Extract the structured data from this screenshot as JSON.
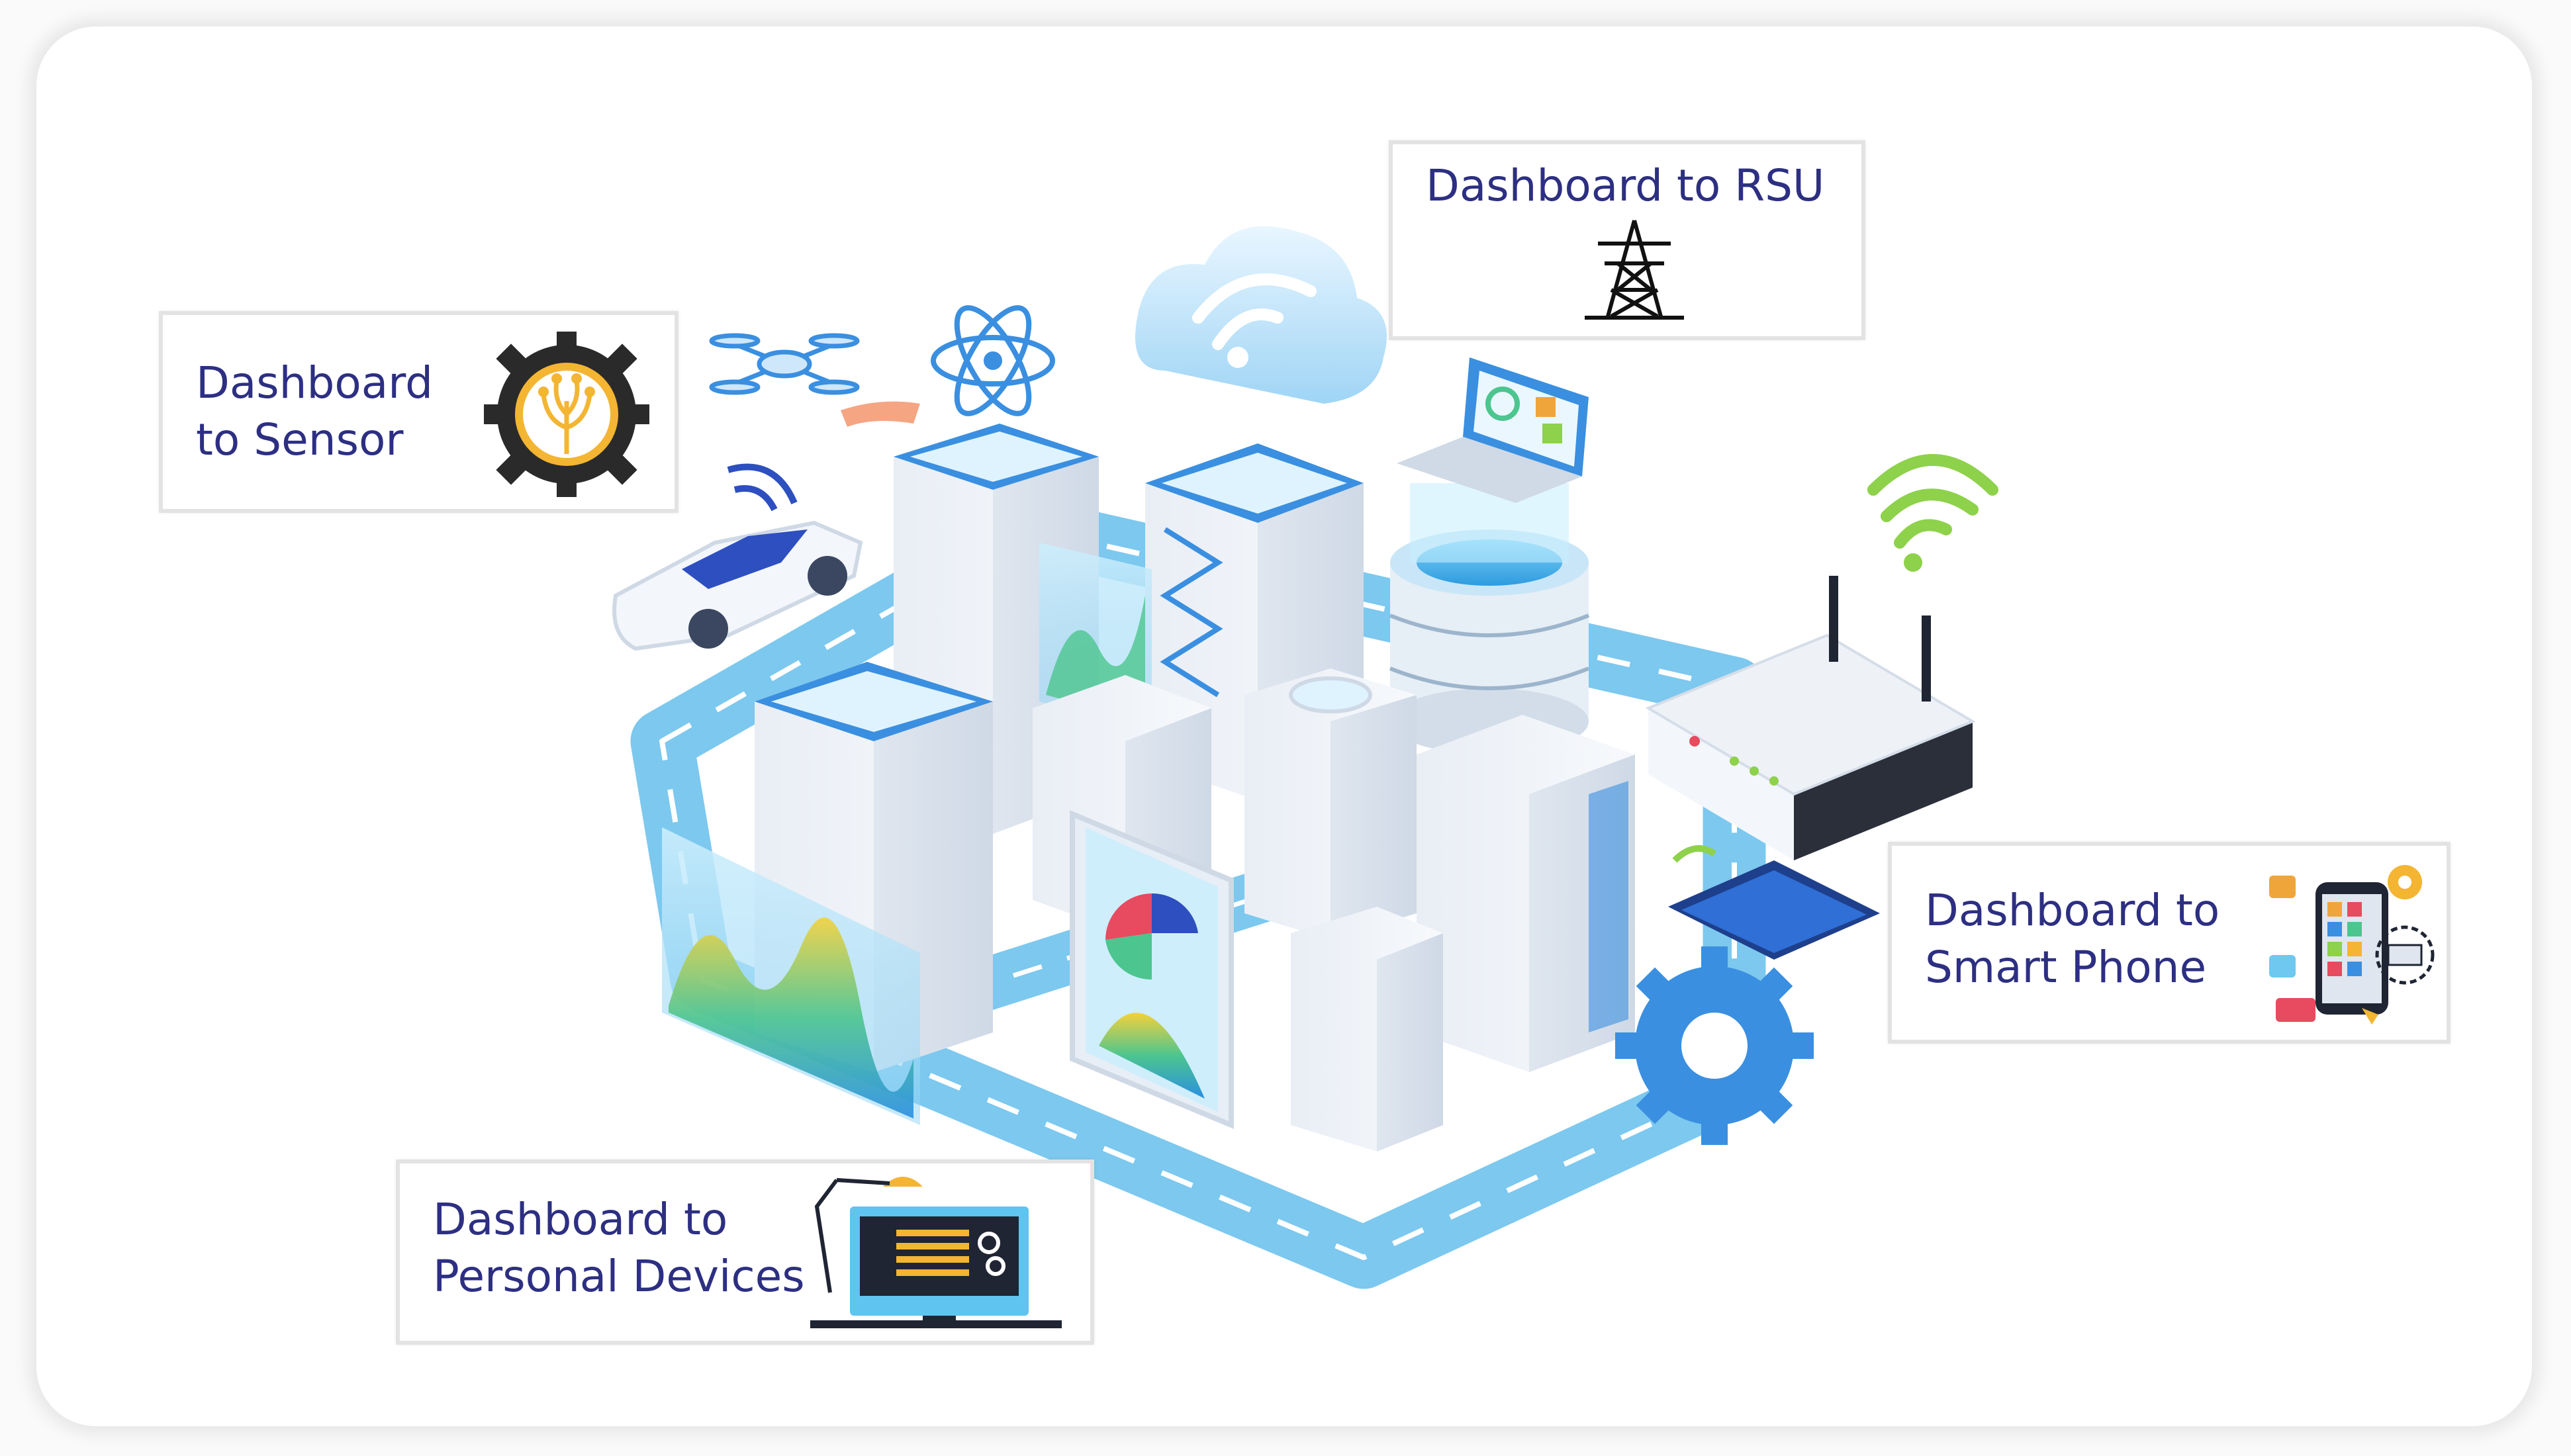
{
  "labels": {
    "rsu": "Dashboard to RSU",
    "sensor_line1": "Dashboard",
    "sensor_line2": "to Sensor",
    "phone_line1": "Dashboard to",
    "phone_line2": "Smart Phone",
    "devices_line1": "Dashboard to",
    "devices_line2": "Personal Devices"
  },
  "icons": {
    "rsu": "transmission-tower-icon",
    "sensor": "gear-circuit-icon",
    "phone": "smartphone-apps-icon",
    "devices": "desktop-monitor-icon"
  },
  "colors": {
    "label_text": "#2d2f82",
    "road": "#7cc8ef",
    "road_light": "#bfe6fa",
    "accent_blue": "#3a8fe0",
    "signal_green": "#8ed14b",
    "gear_orange": "#f3b532"
  }
}
